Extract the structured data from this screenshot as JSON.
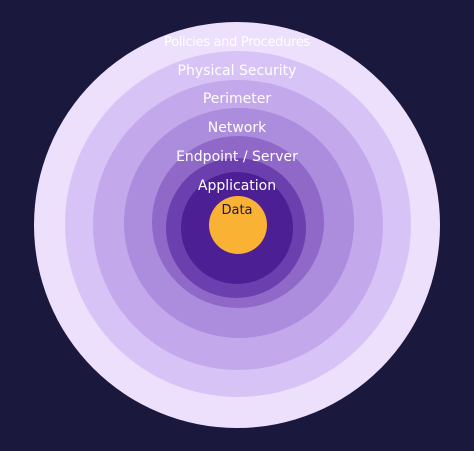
{
  "layers": [
    {
      "label": "Policies and Procedures",
      "color": "#ece0fd"
    },
    {
      "label": "Physical Security",
      "color": "#d7c3f6"
    },
    {
      "label": "Perimeter",
      "color": "#c4a8ec"
    },
    {
      "label": "Network",
      "color": "#ac8cdd"
    },
    {
      "label": "Endpoint / Server",
      "color": "#8f68c8"
    },
    {
      "label": "Application",
      "color": "#6b3fae"
    },
    {
      "label": "",
      "color": "#4c1f95"
    },
    {
      "label": "Data",
      "color": "#f9b233"
    }
  ]
}
